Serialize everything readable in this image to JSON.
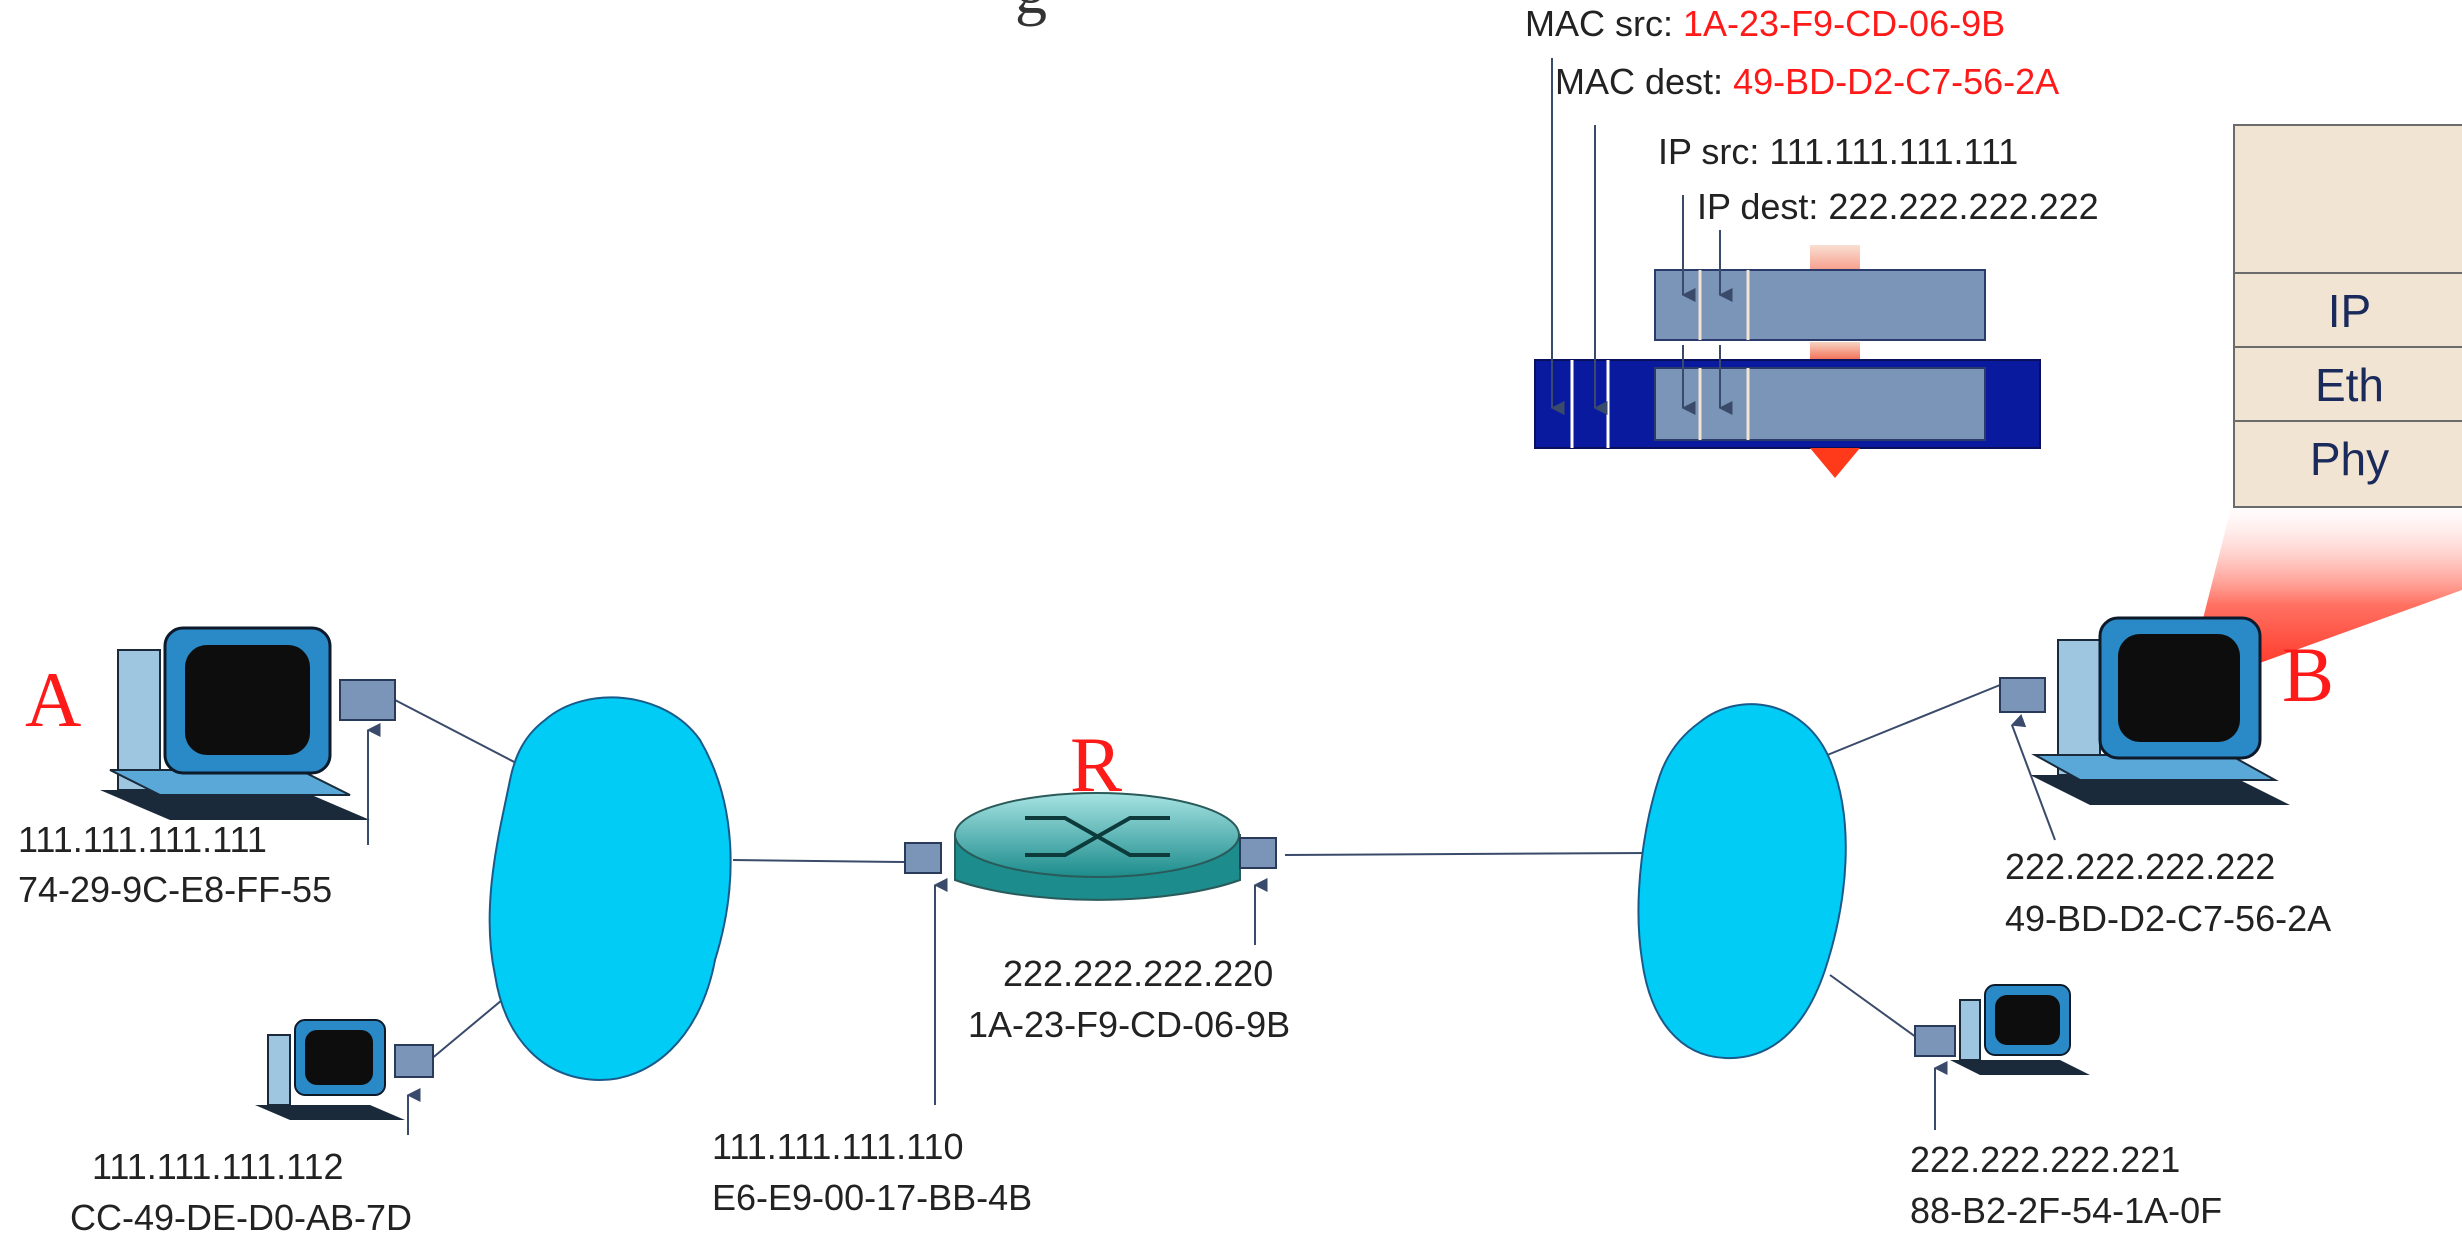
{
  "title_fragment": "g",
  "frame": {
    "mac_src_label": "MAC src:",
    "mac_src_value": "1A-23-F9-CD-06-9B",
    "mac_dest_label": "MAC dest:",
    "mac_dest_value": "49-BD-D2-C7-56-2A",
    "ip_src": "IP src: 111.111.111.111",
    "ip_dest": "IP dest: 222.222.222.222"
  },
  "stack": {
    "layers": [
      "IP",
      "Eth",
      "Phy"
    ]
  },
  "nodes": {
    "A": {
      "letter": "A",
      "ip": "111.111.111.111",
      "mac": "74-29-9C-E8-FF-55"
    },
    "A2": {
      "ip": "111.111.111.112",
      "mac": "CC-49-DE-D0-AB-7D"
    },
    "R": {
      "letter": "R",
      "left_ip": "111.111.111.110",
      "left_mac": "E6-E9-00-17-BB-4B",
      "right_ip": "222.222.222.220",
      "right_mac": "1A-23-F9-CD-06-9B"
    },
    "B": {
      "letter": "B",
      "ip": "222.222.222.222",
      "mac": "49-BD-D2-C7-56-2A"
    },
    "B2": {
      "ip": "222.222.222.221",
      "mac": "88-B2-2F-54-1A-0F"
    }
  },
  "colors": {
    "highlight": "#ff1a1a",
    "cloud": "#00ccf5",
    "frame": "#0a1a9e",
    "datagram": "#7a95b8",
    "router": "#2fa6a6",
    "stack_bg": "#f2e4d3"
  }
}
